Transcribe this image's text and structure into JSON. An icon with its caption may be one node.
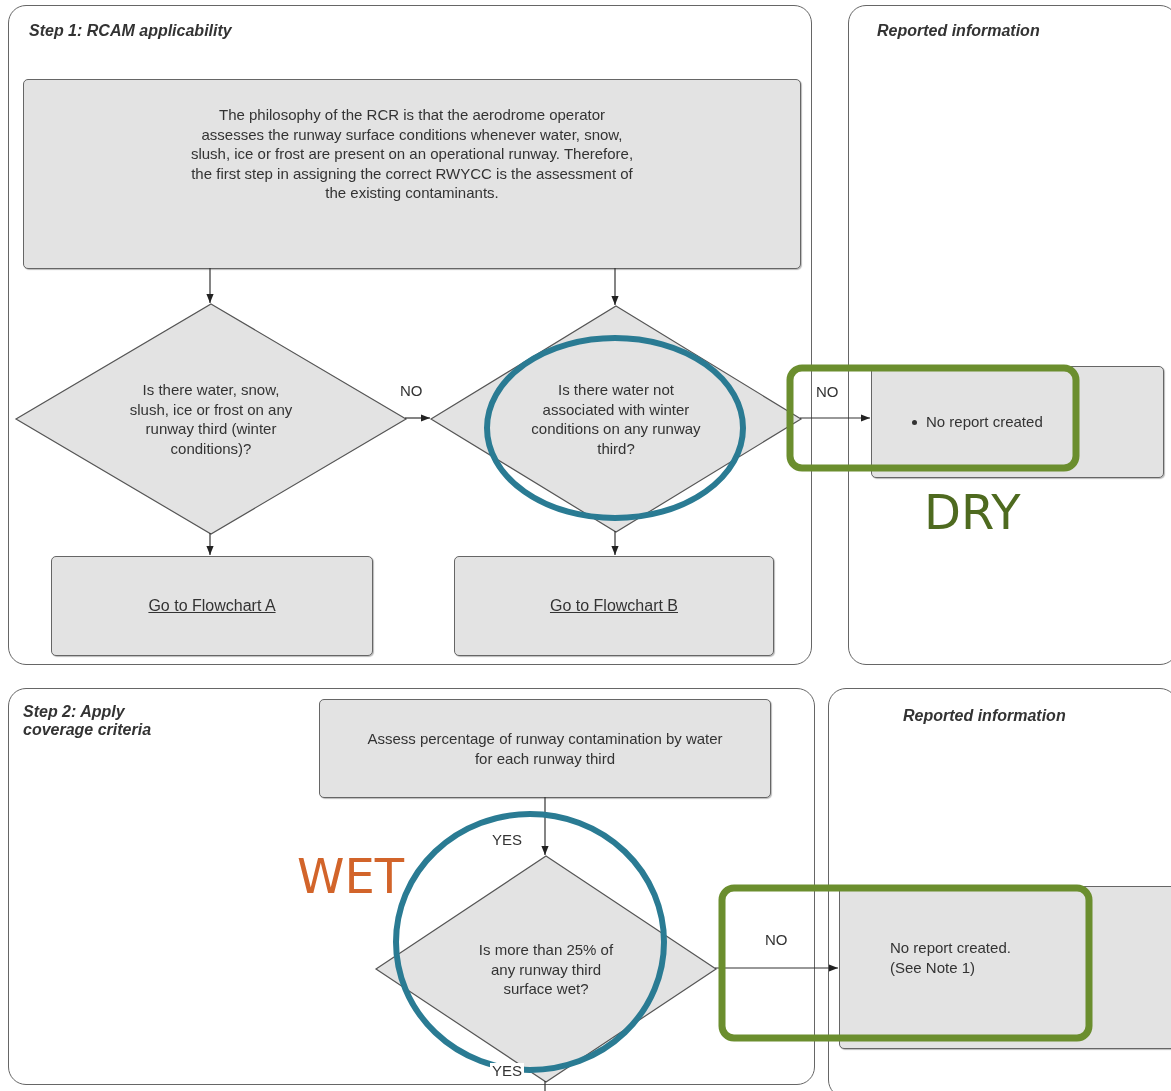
{
  "diagram": {
    "nodes": [
      {
        "text": [
          "Step 1: RCAM applicability"
        ]
      },
      {
        "text": [
          "Reported information"
        ]
      },
      {
        "text": [
          "The philosophy of the RCR is that the aerodrome operator assesses the runway surface conditions whenever water, snow, slush, ice or frost are present on an operational runway. Therefore, the first step in assigning the correct RWYCC is the assessment of the existing contaminants."
        ],
        "in": 0
      },
      {
        "text": [
          "Is there water, snow, slush, ice or frost on any runway third (winter conditions)?"
        ],
        "in": 0
      },
      {
        "text": [
          "Is there water not associated with winter conditions on any runway third?"
        ],
        "in": 0
      },
      {
        "text": [
          "Go to Flowchart A"
        ],
        "in": 0
      },
      {
        "text": [
          "Go to Flowchart B"
        ],
        "in": 0
      },
      {
        "text": [
          "No report created"
        ],
        "in": 1
      },
      {
        "text": [
          "Step 2: Apply coverage criteria"
        ]
      },
      {
        "text": [
          "Reported information"
        ]
      },
      {
        "text": [
          "Assess percentage of runway contamination by water for each runway third"
        ],
        "in": 8
      },
      {
        "text": [
          "Is more than 25% of any runway third surface wet?"
        ],
        "in": 8
      },
      {
        "text": [
          "No report created. (See Note 1)"
        ],
        "in": 9
      }
    ],
    "edges": [
      {
        "from": 2,
        "to": 3,
        "arrow": "to"
      },
      {
        "from": 2,
        "to": 4,
        "arrow": "to"
      },
      {
        "from": 3,
        "to": 4,
        "arrow": "to",
        "label": "NO"
      },
      {
        "from": 4,
        "to": 7,
        "arrow": "to",
        "label": "NO"
      },
      {
        "from": 3,
        "to": 5,
        "arrow": "to"
      },
      {
        "from": 4,
        "to": 6,
        "arrow": "to"
      },
      {
        "from": 10,
        "to": 11,
        "arrow": "to",
        "label": "YES"
      },
      {
        "from": 11,
        "to": 12,
        "arrow": "to",
        "label": "NO"
      },
      {
        "from": 11,
        "to": null,
        "arrow": "none",
        "label": "YES"
      }
    ],
    "labels": [
      "DRY",
      "WET"
    ]
  }
}
